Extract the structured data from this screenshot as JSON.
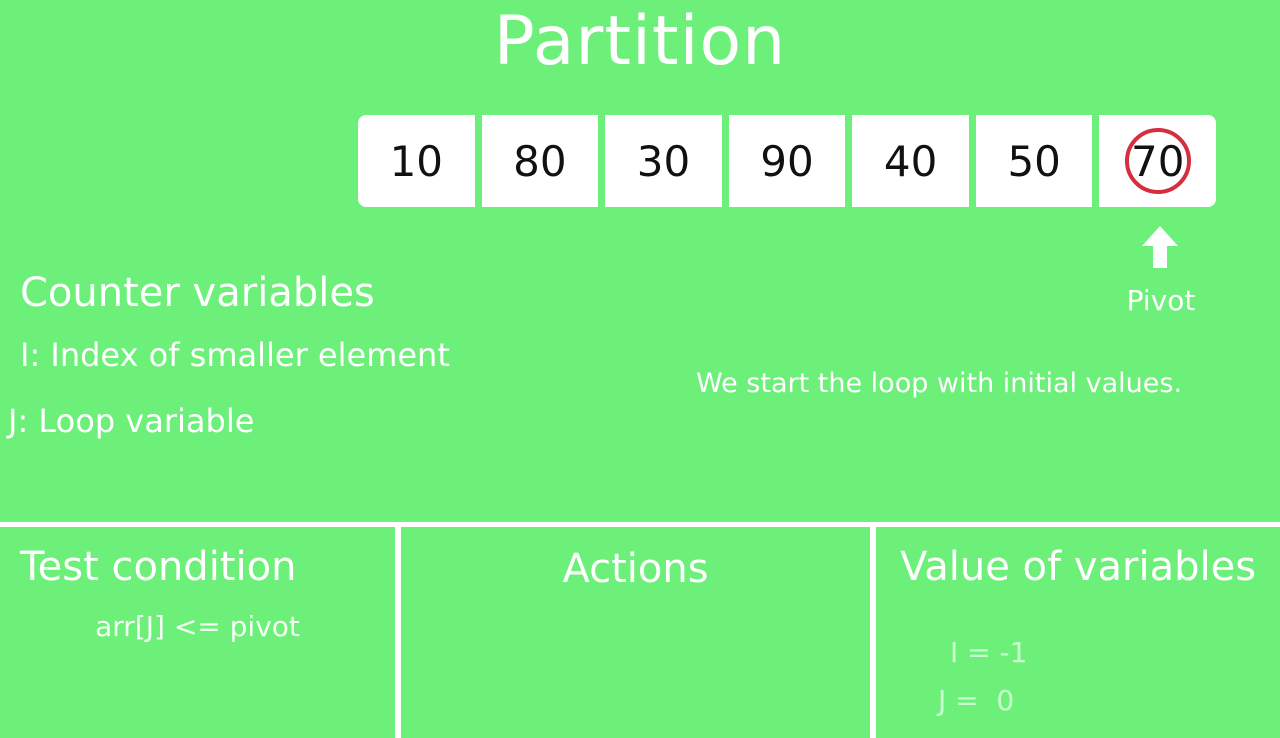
{
  "title": "Partition",
  "array": {
    "values": [
      "10",
      "80",
      "30",
      "90",
      "40",
      "50",
      "70"
    ],
    "pivot_index": 6,
    "pivot_circle_color": "#d32f3f"
  },
  "pivot_label": "Pivot",
  "counter": {
    "heading": "Counter variables",
    "i_desc": "I: Index of smaller element",
    "j_desc": "J: Loop variable"
  },
  "message": "We start the loop with initial values.",
  "table": {
    "test_heading": "Test condition",
    "actions_heading": "Actions",
    "values_heading": "Value of variables",
    "condition": "arr[J] <= pivot",
    "i_value": "I = -1",
    "j_value": "J =  0"
  },
  "colors": {
    "background": "#6cf07a",
    "text": "#ffffff"
  }
}
